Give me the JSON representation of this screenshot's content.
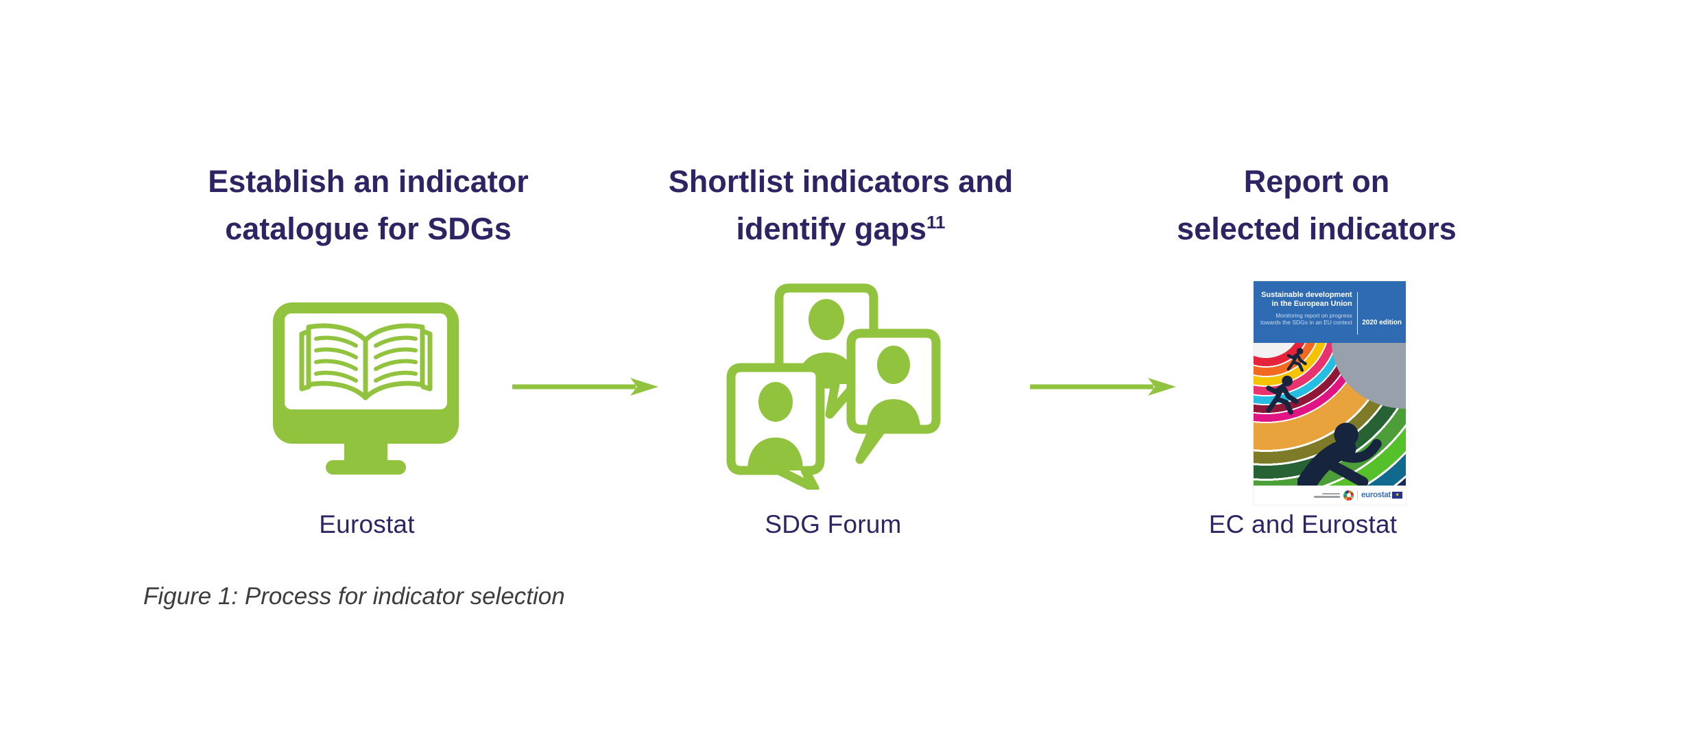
{
  "figure": {
    "caption": "Figure 1: Process for indicator selection"
  },
  "colors": {
    "accent_green": "#92C33E",
    "heading_navy": "#2D2464",
    "cover_blue": "#2F6BB2"
  },
  "steps": [
    {
      "title_line1": "Establish an indicator",
      "title_line2": "catalogue for SDGs",
      "title_superscript": "",
      "actor": "Eurostat",
      "icon": "monitor-open-book-icon"
    },
    {
      "title_line1": "Shortlist indicators and",
      "title_line2": "identify gaps",
      "title_superscript": "11",
      "actor": "SDG Forum",
      "icon": "speech-bubbles-people-icon"
    },
    {
      "title_line1": "Report on",
      "title_line2": "selected indicators",
      "title_superscript": "",
      "actor": "EC and Eurostat",
      "icon": "report-cover-image"
    }
  ],
  "report_cover": {
    "title_line1": "Sustainable development",
    "title_line2": "in the European Union",
    "subtitle": "Monitoring report on progress towards the SDGs in an EU context",
    "edition": "2020 edition",
    "publisher": "eurostat",
    "flag_star": "★"
  }
}
